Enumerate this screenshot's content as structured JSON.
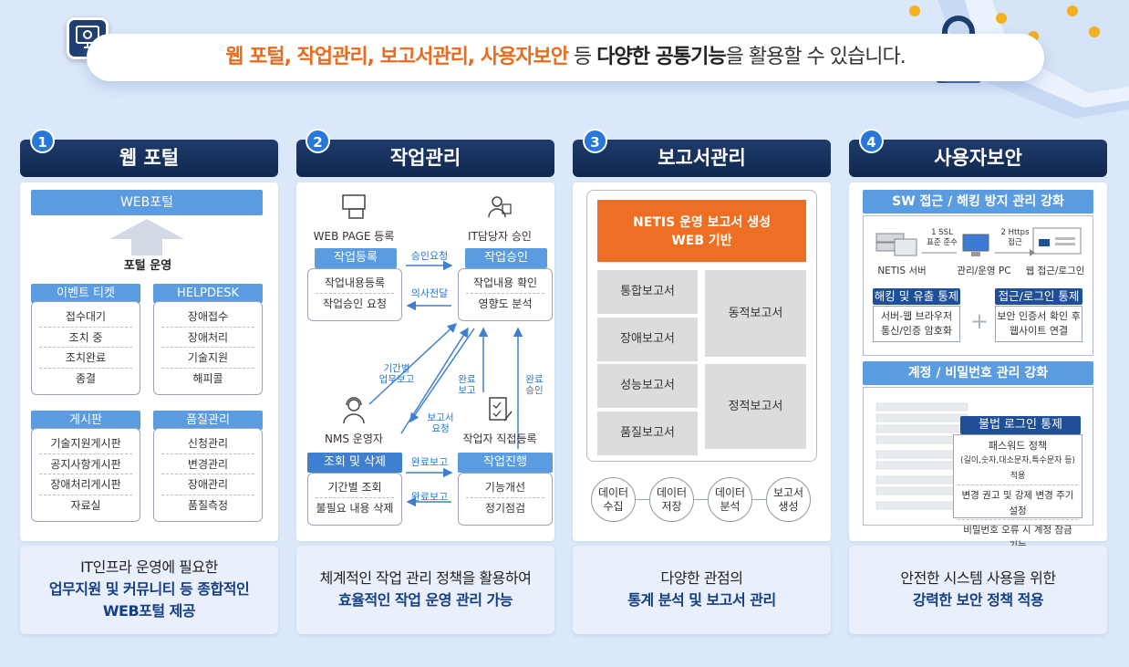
{
  "hero": {
    "hl1": "웹 포털, 작업관리, 보고서관리, 사용자보안",
    "n1": " 등 ",
    "b1": "다양한 공통기능",
    "n2": "을 ",
    "n3": "활용할 수 있습니다."
  },
  "columns": [
    {
      "num": "1",
      "title": "웹 포털"
    },
    {
      "num": "2",
      "title": "작업관리"
    },
    {
      "num": "3",
      "title": "보고서관리"
    },
    {
      "num": "4",
      "title": "사용자보안"
    }
  ],
  "portal": {
    "top": "WEBPortal_placeholder",
    "webportal": "WEB포털",
    "ops": "포털 운영",
    "groups": [
      {
        "title": "이벤트 티켓",
        "items": [
          "접수대기",
          "조치 중",
          "조치완료",
          "종결"
        ]
      },
      {
        "title": "HELPDESK",
        "items": [
          "장애접수",
          "장애처리",
          "기술지원",
          "해피콜"
        ]
      },
      {
        "title": "게시판",
        "items": [
          "기술지원게시판",
          "공지사항게시판",
          "장애처리게시판",
          "자료실"
        ]
      },
      {
        "title": "품질관리",
        "items": [
          "신청관리",
          "변경관리",
          "장애관리",
          "품질측정"
        ]
      }
    ],
    "foot1": "IT인프라 운영에 필요한",
    "foot2": "업무지원 및 커뮤니티 등 종합적인",
    "foot3": "WEB포털 제공"
  },
  "work": {
    "webpage": "WEB PAGE 등록",
    "itapprove": "IT담당자 승인",
    "reg": {
      "title": "작업등록",
      "items": [
        "작업내용등록",
        "작업승인 요청"
      ]
    },
    "approve": {
      "title": "작업승인",
      "items": [
        "작업내용 확인",
        "영향도 분석"
      ]
    },
    "req": "승인요청",
    "decide": "의사전달",
    "periodic": "기간별\n업무보고",
    "comp_report": "완료\n보고",
    "comp_approve": "완료\n승인",
    "report_req": "보고서\n요청",
    "nms": "NMS 운영자",
    "direct": "작업자 직접등록",
    "query": {
      "title": "조회 및 삭제",
      "items": [
        "기간별 조회",
        "불필요 내용 삭제"
      ]
    },
    "prog": {
      "title": "작업진행",
      "items": [
        "기능개선",
        "정기점검"
      ]
    },
    "done1": "완료보고",
    "done2": "완료보고",
    "foot1": "체계적인 작업 관리 정책을 활용하여",
    "foot2": "효율적인 작업 운영 관리 가능"
  },
  "report": {
    "banner1": "NETIS 운영 보고서 생성",
    "banner2": "WEB 기반",
    "left": [
      "통합보고서",
      "장애보고서",
      "성능보고서",
      "품질보고서"
    ],
    "dyn": "동적보고서",
    "stat": "정적보고서",
    "steps": [
      [
        "데이터",
        "수집"
      ],
      [
        "데이터",
        "저장"
      ],
      [
        "데이터",
        "분석"
      ],
      [
        "보고서",
        "생성"
      ]
    ],
    "foot1": "다양한 관점의",
    "foot2": "통계 분석 및 보고서 관리"
  },
  "sec": {
    "h1": "SW 접근 / 해킹 방지 관리 강화",
    "ssl": "1 SSL",
    "ssl2": "표준 준수",
    "https": "2 Https",
    "https2": "접근",
    "server": "NETIS 서버",
    "pc": "관리/운영 PC",
    "web": "웹 접근/로그인",
    "c1t": "해킹 및 유출 통제",
    "c1a": "서버-웹 브라우저",
    "c1b": "통신/인증 암호화",
    "c2t": "접근/로그인 통제",
    "c2a": "보안 인증서 확인 후",
    "c2b": "웹사이트 연결",
    "h2": "계정 / 비밀번호 관리 강화",
    "ill": "불법 로그인 통제",
    "pw1": "패스워드 정책",
    "pw2": "(길이,숫자,대소문자,특수문자 등)적용",
    "pw3": "변경 권고 및 강제 변경 주기 설정",
    "pw4": "비밀번호 오류 시 계정 잠금 기능",
    "foot1": "안전한 시스템 사용을 위한",
    "foot2": "강력한 보안 정책 적용"
  },
  "icons": [
    "gear-monitor-icon",
    "padlock-icon",
    "map-pin-icon"
  ]
}
